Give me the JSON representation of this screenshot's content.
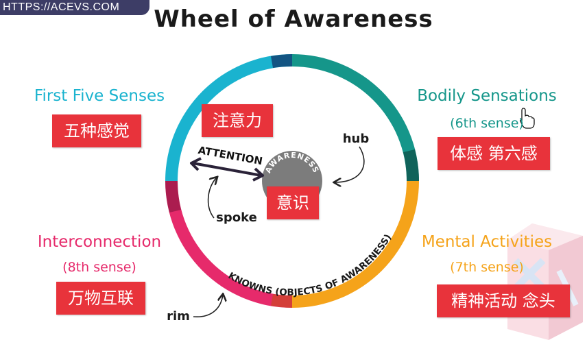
{
  "watermark": {
    "url": "HTTPS://ACEVS.COM"
  },
  "title": "Wheel of Awareness",
  "sections": {
    "senses": {
      "title": "First Five Senses",
      "cn": "五种感觉"
    },
    "bodily": {
      "title": "Bodily Sensations",
      "sub": "(6th sense)",
      "cn": "体感 第六感"
    },
    "interconnection": {
      "title": "Interconnection",
      "sub": "(8th sense)",
      "cn": "万物互联"
    },
    "mental": {
      "title": "Mental Activities",
      "sub": "(7th sense)",
      "cn": "精神活动 念头"
    }
  },
  "diagram": {
    "attention": "ATTENTION",
    "attention_cn": "注意力",
    "hub_text": "AWARENESS",
    "hub_cn": "意识",
    "hub_label": "hub",
    "spoke_label": "spoke",
    "rim_label": "rim",
    "rim_text": "KNOWNS (OBJECTS OF AWARENESS)"
  },
  "colors": {
    "senses": "#1ab3cf",
    "bodily": "#15968a",
    "interconnection": "#e62a6b",
    "mental": "#f5a31a",
    "cn_box": "#e8333b",
    "hub": "#7c7c7c"
  },
  "icons": [
    "hand-cursor-icon",
    "cube-logo-icon"
  ]
}
